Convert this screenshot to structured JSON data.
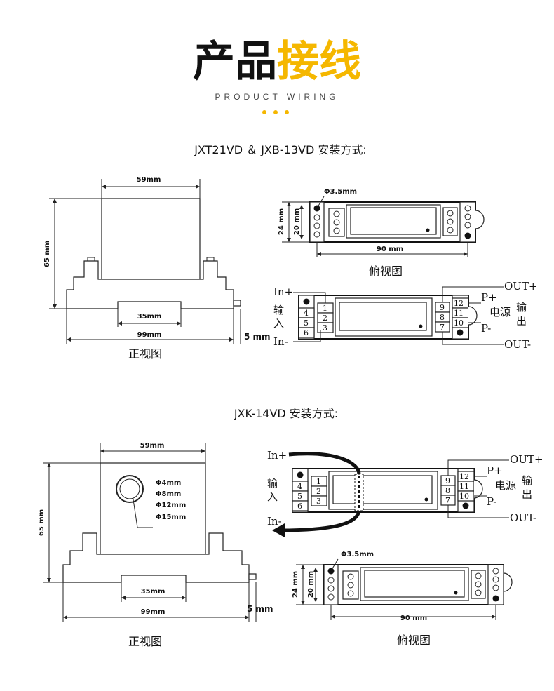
{
  "header": {
    "title_black": "产品",
    "title_accent": "接线",
    "subtitle": "PRODUCT WIRING",
    "accent_color": "#f5b700"
  },
  "section1": {
    "heading": "JXT21VD ＆ JXB-13VD 安装方式:",
    "front": {
      "width_top": "59mm",
      "height": "65 mm",
      "rail": "35mm",
      "width_base": "99mm",
      "pin": "5 mm",
      "caption": "正视图"
    },
    "top": {
      "hole": "Φ3.5mm",
      "h_outer": "24 mm",
      "h_inner": "20 mm",
      "length": "90 mm",
      "caption": "俯视图"
    }
  },
  "section2": {
    "heading": "JXK-14VD 安装方式:",
    "front": {
      "width_top": "59mm",
      "height": "65 mm",
      "rail": "35mm",
      "width_base": "99mm",
      "pin": "5 mm",
      "caption": "正视图",
      "holes": [
        "Φ4mm",
        "Φ8mm",
        "Φ12mm",
        "Φ15mm"
      ]
    },
    "top": {
      "hole": "Φ3.5mm",
      "h_outer": "24 mm",
      "h_inner": "20 mm",
      "length": "90 mm",
      "caption": "俯视图"
    }
  },
  "wiring": {
    "in_plus": "In+",
    "in_minus": "In-",
    "input_1": "输",
    "input_2": "入",
    "out_plus": "OUT+",
    "out_minus": "OUT-",
    "p_plus": "P+",
    "p_minus": "P-",
    "power": "电源",
    "output_1": "输",
    "output_2": "出",
    "left_outer": [
      "4",
      "5",
      "6"
    ],
    "left_inner": [
      "1",
      "2",
      "3"
    ],
    "right_inner": [
      "9",
      "8",
      "7"
    ],
    "right_outer": [
      "12",
      "11",
      "10"
    ]
  }
}
